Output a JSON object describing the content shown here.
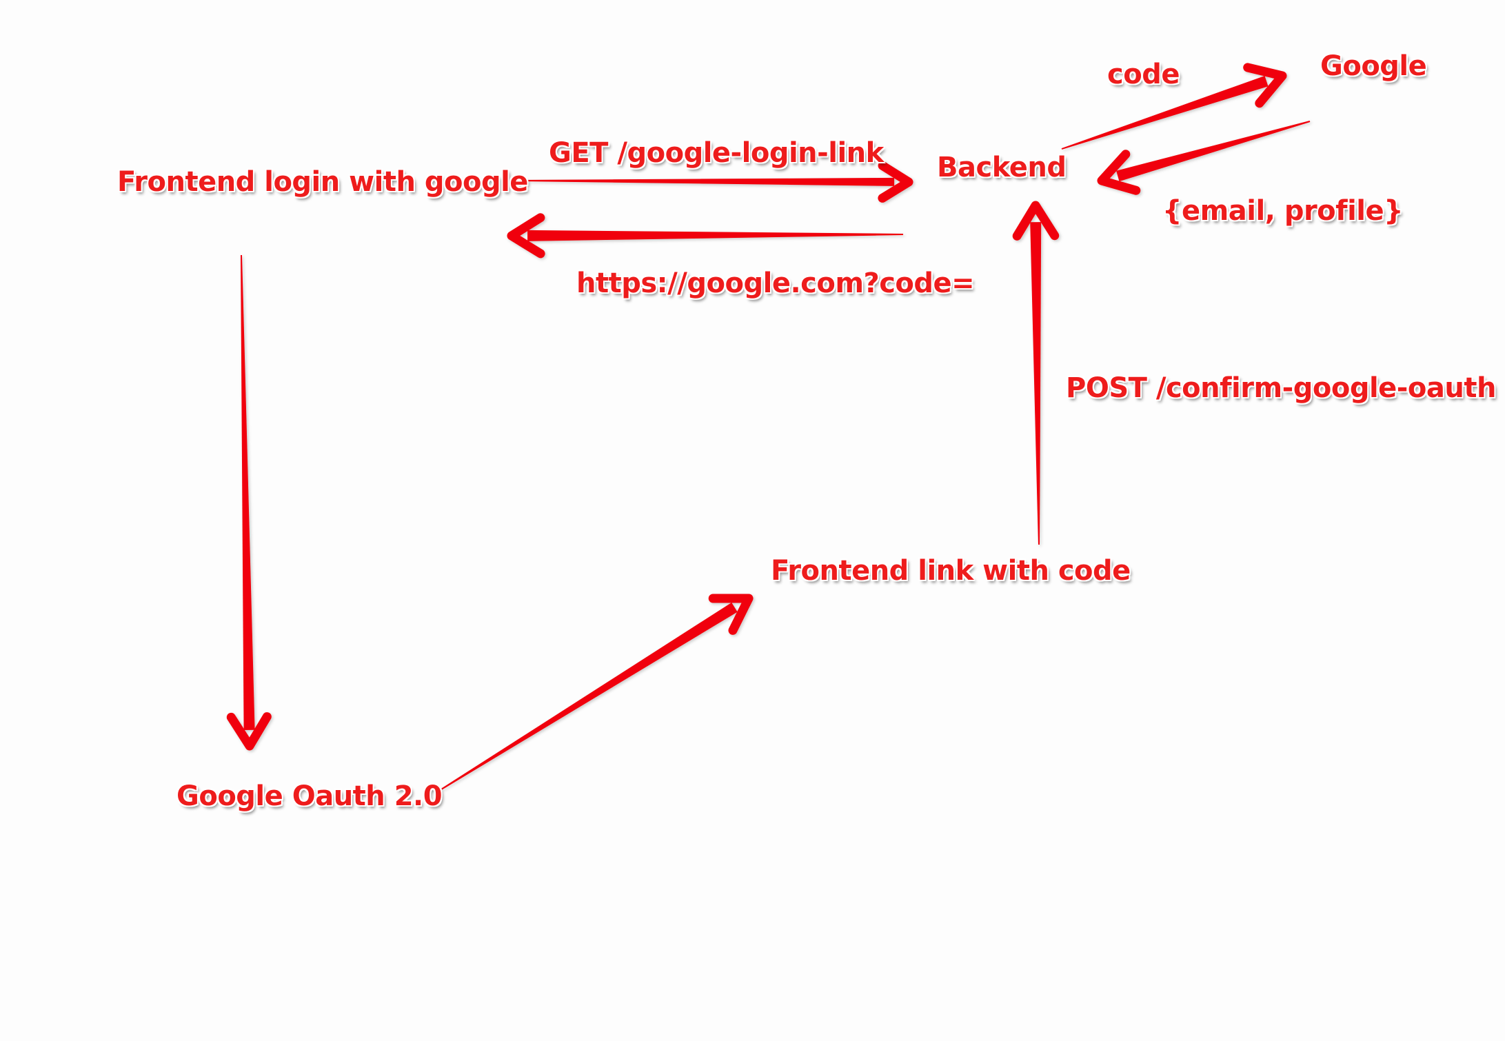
{
  "diagram": {
    "nodes": {
      "frontend_login": "Frontend login with google",
      "backend": "Backend",
      "google": "Google",
      "google_oauth": "Google Oauth 2.0",
      "frontend_link_code": "Frontend link with code"
    },
    "edge_labels": {
      "get_login_link": "GET /google-login-link",
      "google_url": "https://google.com?code=",
      "code": "code",
      "email_profile": "{email, profile}",
      "post_confirm": "POST /confirm-google-oauth"
    },
    "colors": {
      "accent": "#ee1c1c",
      "arrow": "#f00008",
      "background": "#fdfdfd"
    }
  }
}
